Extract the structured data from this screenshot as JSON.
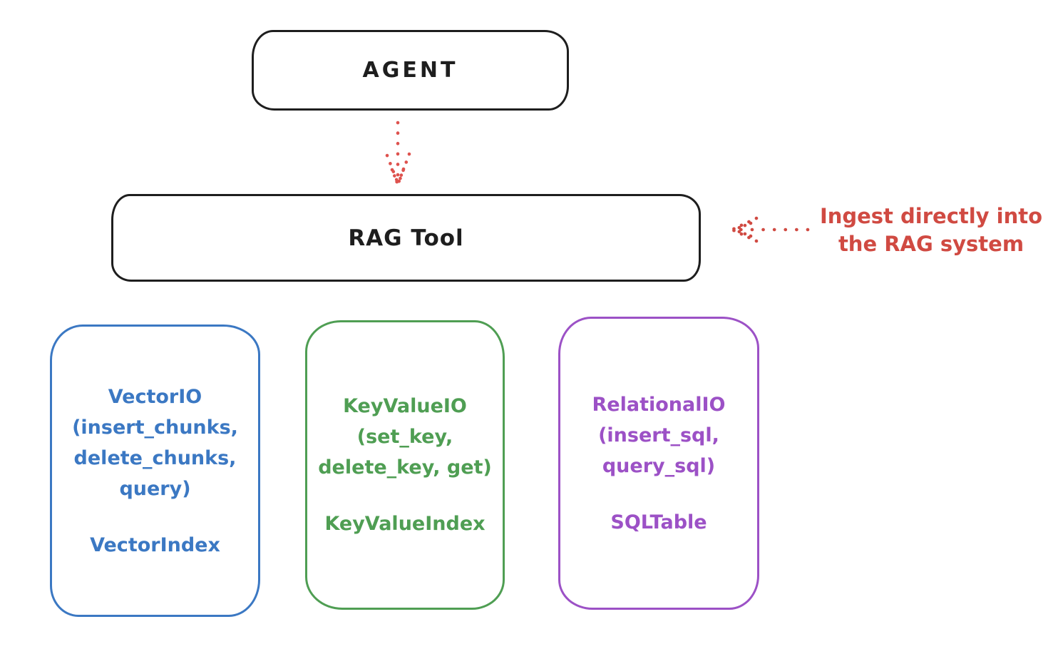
{
  "canvas": {
    "background": "#ffffff",
    "ink": "#1e1e1e"
  },
  "agent_box": {
    "label": "AGENT"
  },
  "rag_tool_box": {
    "label": "RAG Tool"
  },
  "annotation": {
    "line1": "Ingest directly into",
    "line2": "the RAG system",
    "color": "#d04a42"
  },
  "arrows": {
    "agent_to_rag": {
      "style": "dotted",
      "color": "#de524e",
      "direction": "down"
    },
    "annotation_to_rag": {
      "style": "dotted",
      "color": "#d04a42",
      "direction": "left"
    }
  },
  "io_boxes": [
    {
      "name": "VectorIO",
      "color": "#3b78c3",
      "lines": [
        "VectorIO",
        "(insert_chunks,",
        "delete_chunks,",
        "query)"
      ],
      "index_label": "VectorIndex"
    },
    {
      "name": "KeyValueIO",
      "color": "#4f9e53",
      "lines": [
        "KeyValueIO",
        "(set_key,",
        "delete_key, get)"
      ],
      "index_label": "KeyValueIndex"
    },
    {
      "name": "RelationalIO",
      "color": "#9c51c6",
      "lines": [
        "RelationalIO",
        "(insert_sql,",
        "query_sql)"
      ],
      "index_label": "SQLTable"
    }
  ]
}
